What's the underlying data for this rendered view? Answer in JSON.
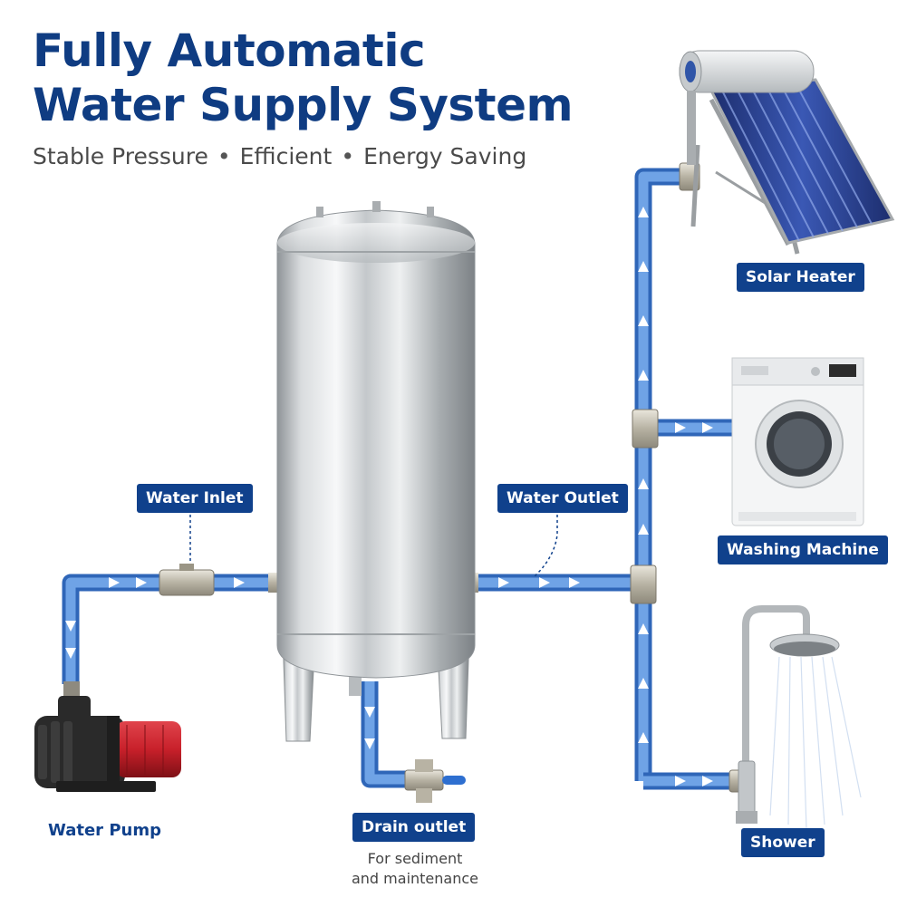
{
  "header": {
    "title_line1": "Fully Automatic",
    "title_line2": "Water Supply System",
    "subtitle_items": [
      "Stable Pressure",
      "Efficient",
      "Energy Saving"
    ],
    "subtitle_separator": "•"
  },
  "labels": {
    "water_inlet": "Water Inlet",
    "water_outlet": "Water Outlet",
    "solar_heater": "Solar Heater",
    "washing_machine": "Washing Machine",
    "shower": "Shower",
    "water_pump": "Water Pump",
    "drain_outlet": "Drain outlet",
    "drain_note_line1": "For sediment",
    "drain_note_line2": "and maintenance"
  },
  "colors": {
    "title": "#0f3c82",
    "badge_bg": "#10418c",
    "pipe": "#4a84d4",
    "pipe_dark": "#2f66b8",
    "pump_body": "#c8202a"
  }
}
